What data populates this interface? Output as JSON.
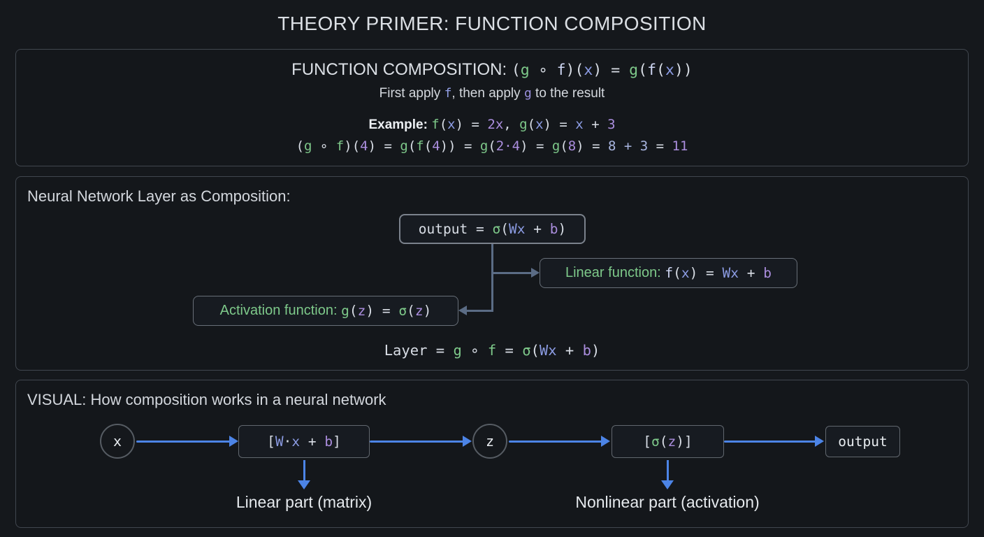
{
  "title": "THEORY PRIMER: FUNCTION COMPOSITION",
  "colors": {
    "background": "#15181c",
    "panel_border": "#41474f",
    "function_green": "#7ec98a",
    "variable_blue": "#8b9be2",
    "number_purple": "#ab8ede",
    "arrow_blue": "#4c84e6",
    "connector_slate": "#5b6c85",
    "text_light": "#d9dde3"
  },
  "panel_composition": {
    "heading_label": "FUNCTION COMPOSITION: ",
    "heading_formula": [
      {
        "t": "(",
        "c": "op"
      },
      {
        "t": "g",
        "c": "fn"
      },
      {
        "t": " ∘ ",
        "c": "op"
      },
      {
        "t": "f",
        "c": "fl"
      },
      {
        "t": ")(",
        "c": "op"
      },
      {
        "t": "x",
        "c": "var"
      },
      {
        "t": ")",
        "c": "op"
      },
      {
        "t": " = ",
        "c": "op"
      },
      {
        "t": "g",
        "c": "fn"
      },
      {
        "t": "(",
        "c": "op"
      },
      {
        "t": "f",
        "c": "fl"
      },
      {
        "t": "(",
        "c": "op"
      },
      {
        "t": "x",
        "c": "var"
      },
      {
        "t": "))",
        "c": "op"
      }
    ],
    "subtitle": [
      {
        "t": "First apply ",
        "c": "sans"
      },
      {
        "t": "f",
        "c": "mvar"
      },
      {
        "t": ", then apply ",
        "c": "sans"
      },
      {
        "t": "g",
        "c": "mpur"
      },
      {
        "t": " to the result",
        "c": "sans"
      }
    ],
    "example_label": "Example: ",
    "example_formula": [
      {
        "t": "f",
        "c": "fn"
      },
      {
        "t": "(",
        "c": "op"
      },
      {
        "t": "x",
        "c": "var"
      },
      {
        "t": ")",
        "c": "op"
      },
      {
        "t": " = ",
        "c": "op"
      },
      {
        "t": "2x",
        "c": "num"
      },
      {
        "t": ", ",
        "c": "op"
      },
      {
        "t": "g",
        "c": "fn"
      },
      {
        "t": "(",
        "c": "op"
      },
      {
        "t": "x",
        "c": "var"
      },
      {
        "t": ")",
        "c": "op"
      },
      {
        "t": " = ",
        "c": "op"
      },
      {
        "t": "x",
        "c": "var"
      },
      {
        "t": " + ",
        "c": "op"
      },
      {
        "t": "3",
        "c": "num"
      }
    ],
    "evaluation": [
      {
        "t": "(",
        "c": "op"
      },
      {
        "t": "g",
        "c": "fn"
      },
      {
        "t": " ∘ ",
        "c": "op"
      },
      {
        "t": "f",
        "c": "fn"
      },
      {
        "t": ")(",
        "c": "op"
      },
      {
        "t": "4",
        "c": "num"
      },
      {
        "t": ")",
        "c": "op"
      },
      {
        "t": " = ",
        "c": "op"
      },
      {
        "t": "g",
        "c": "fn"
      },
      {
        "t": "(",
        "c": "op"
      },
      {
        "t": "f",
        "c": "fn"
      },
      {
        "t": "(",
        "c": "op"
      },
      {
        "t": "4",
        "c": "num"
      },
      {
        "t": "))",
        "c": "op"
      },
      {
        "t": " = ",
        "c": "op"
      },
      {
        "t": "g",
        "c": "fn"
      },
      {
        "t": "(",
        "c": "op"
      },
      {
        "t": "2·4",
        "c": "num"
      },
      {
        "t": ")",
        "c": "op"
      },
      {
        "t": " = ",
        "c": "op"
      },
      {
        "t": "g",
        "c": "fn"
      },
      {
        "t": "(",
        "c": "op"
      },
      {
        "t": "8",
        "c": "num"
      },
      {
        "t": ")",
        "c": "op"
      },
      {
        "t": " = ",
        "c": "op"
      },
      {
        "t": "8 + 3",
        "c": "val"
      },
      {
        "t": " = ",
        "c": "op"
      },
      {
        "t": "11",
        "c": "num"
      }
    ]
  },
  "panel_layer": {
    "heading": "Neural Network Layer as Composition:",
    "output_formula": [
      {
        "t": "output",
        "c": "op"
      },
      {
        "t": " = ",
        "c": "op"
      },
      {
        "t": "σ",
        "c": "fn"
      },
      {
        "t": "(",
        "c": "op"
      },
      {
        "t": "Wx",
        "c": "var"
      },
      {
        "t": " + ",
        "c": "op"
      },
      {
        "t": "b",
        "c": "num"
      },
      {
        "t": ")",
        "c": "op"
      }
    ],
    "linear_box": [
      {
        "t": "Linear function: ",
        "c": "sfn"
      },
      {
        "t": "f",
        "c": "fl"
      },
      {
        "t": "(",
        "c": "op"
      },
      {
        "t": "x",
        "c": "var"
      },
      {
        "t": ")",
        "c": "op"
      },
      {
        "t": " = ",
        "c": "op"
      },
      {
        "t": "Wx",
        "c": "var"
      },
      {
        "t": " + ",
        "c": "op"
      },
      {
        "t": "b",
        "c": "num"
      }
    ],
    "activation_box": [
      {
        "t": "Activation function: ",
        "c": "sfn"
      },
      {
        "t": "g",
        "c": "fn"
      },
      {
        "t": "(",
        "c": "op"
      },
      {
        "t": "z",
        "c": "num"
      },
      {
        "t": ")",
        "c": "op"
      },
      {
        "t": " = ",
        "c": "op"
      },
      {
        "t": "σ",
        "c": "fn"
      },
      {
        "t": "(",
        "c": "op"
      },
      {
        "t": "z",
        "c": "num"
      },
      {
        "t": ")",
        "c": "op"
      }
    ],
    "layer_formula": [
      {
        "t": "Layer",
        "c": "op"
      },
      {
        "t": " = ",
        "c": "op"
      },
      {
        "t": "g",
        "c": "fn"
      },
      {
        "t": " ∘ ",
        "c": "op"
      },
      {
        "t": "f",
        "c": "fn"
      },
      {
        "t": " = ",
        "c": "op"
      },
      {
        "t": "σ",
        "c": "fn"
      },
      {
        "t": "(",
        "c": "op"
      },
      {
        "t": "Wx",
        "c": "var"
      },
      {
        "t": " + ",
        "c": "op"
      },
      {
        "t": "b",
        "c": "num"
      },
      {
        "t": ")",
        "c": "op"
      }
    ]
  },
  "panel_visual": {
    "heading": "VISUAL: How composition works in a neural network",
    "node_x": "x",
    "node_z": "z",
    "box_linear": [
      {
        "t": "[",
        "c": "op"
      },
      {
        "t": "W",
        "c": "var"
      },
      {
        "t": "·",
        "c": "op"
      },
      {
        "t": "x",
        "c": "var"
      },
      {
        "t": " + ",
        "c": "op"
      },
      {
        "t": "b",
        "c": "num"
      },
      {
        "t": "]",
        "c": "op"
      }
    ],
    "box_sigma": [
      {
        "t": "[",
        "c": "op"
      },
      {
        "t": "σ",
        "c": "fn"
      },
      {
        "t": "(",
        "c": "op"
      },
      {
        "t": "z",
        "c": "num"
      },
      {
        "t": ")",
        "c": "op"
      },
      {
        "t": "]",
        "c": "op"
      }
    ],
    "box_output": "output",
    "label_linear": "Linear part (matrix)",
    "label_nonlinear": "Nonlinear part (activation)"
  }
}
